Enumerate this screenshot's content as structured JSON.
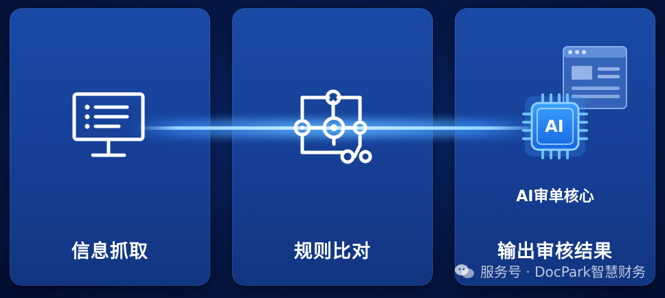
{
  "steps": [
    {
      "title": "信息抓取",
      "icon": "monitor-list-icon"
    },
    {
      "title": "规则比对",
      "icon": "network-nodes-icon"
    },
    {
      "title": "输出审核结果",
      "icon": "ai-chip-icon"
    }
  ],
  "ai_core": {
    "chip_text": "AI",
    "label": "AI审单核心"
  },
  "watermark": {
    "text": "服务号 · DocPark智慧财务",
    "icon": "wechat-icon"
  },
  "colors": {
    "card": "#1a4aa6",
    "background": "#071b4e",
    "beam": "#8fd2ff",
    "chip": "#2a8cff"
  }
}
